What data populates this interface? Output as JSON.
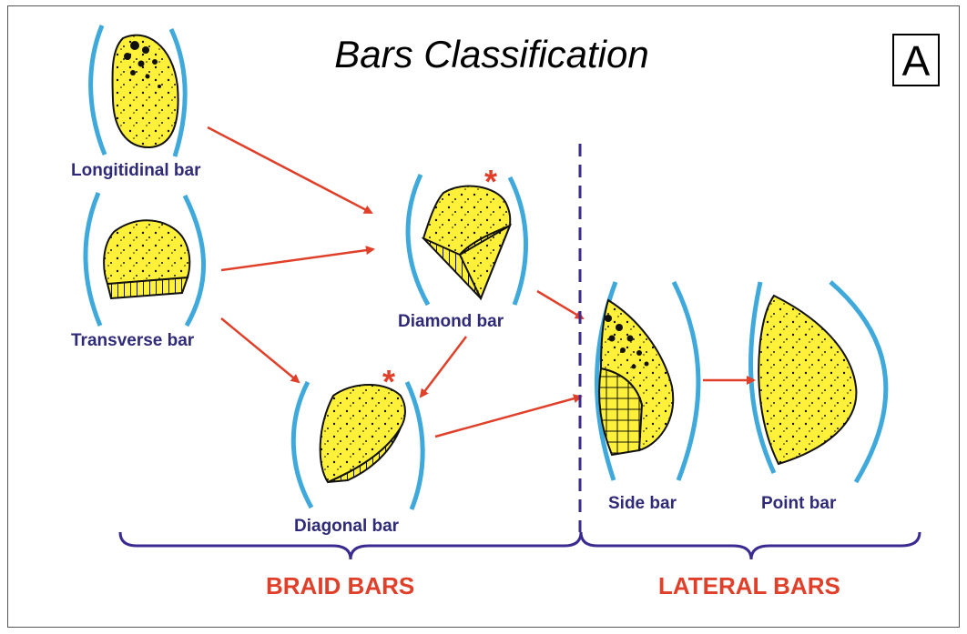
{
  "title": "Bars Classification",
  "panel_label": "A",
  "bars": {
    "longitudinal": "Longitidinal bar",
    "transverse": "Transverse bar",
    "diamond": "Diamond bar",
    "diagonal": "Diagonal bar",
    "side": "Side bar",
    "point": "Point bar"
  },
  "groups": {
    "braid": "BRAID BARS",
    "lateral": "LATERAL BARS"
  },
  "marker": "*",
  "colors": {
    "channel": "#3fa9dc",
    "bar_fill": "#fff13a",
    "arrow": "#e0402a",
    "label": "#2e2a78",
    "group_label": "#e0402a",
    "brace": "#3b2a8f",
    "divider": "#3b2a8f"
  }
}
